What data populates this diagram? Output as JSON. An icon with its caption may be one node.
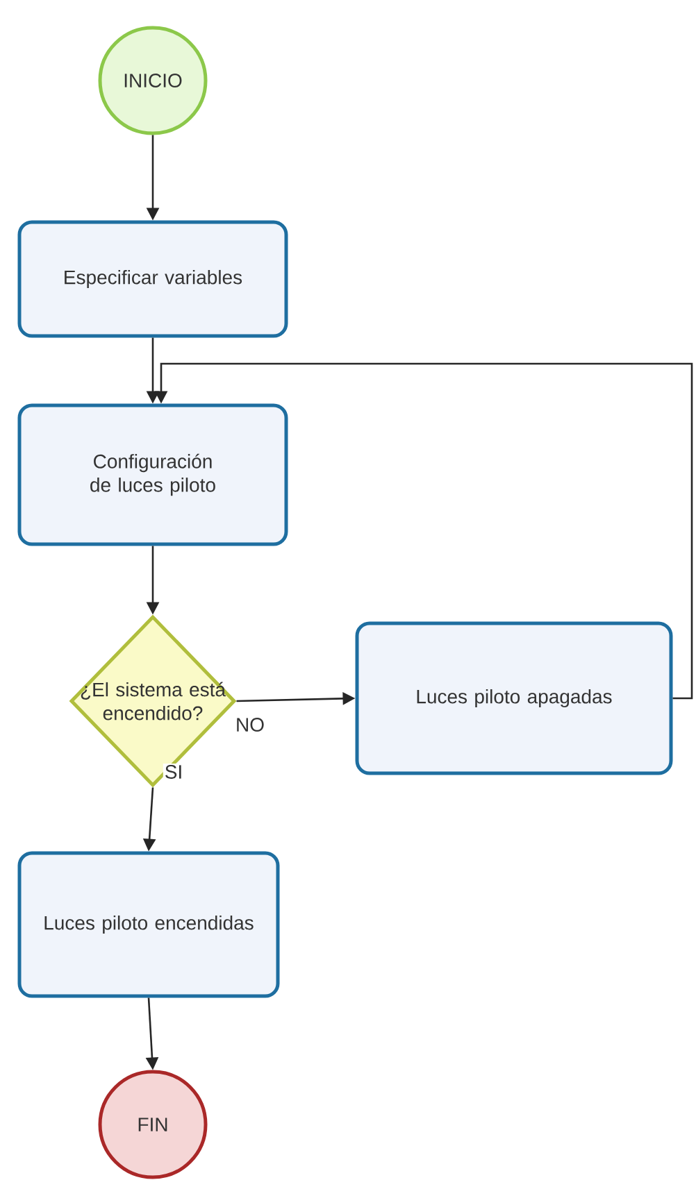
{
  "diagram": {
    "nodes": [
      {
        "text": [
          "INICIO"
        ]
      },
      {
        "text": [
          "Especificar variables"
        ]
      },
      {
        "text": [
          "Configuración de luces piloto"
        ]
      },
      {
        "text": [
          "¿El sistema está encendido?"
        ]
      },
      {
        "text": [
          "Luces piloto apagadas"
        ]
      },
      {
        "text": [
          "Luces piloto encendidas"
        ]
      },
      {
        "text": [
          "FIN"
        ]
      }
    ],
    "edges": [
      {
        "from": 0,
        "to": 1,
        "arrow": "to"
      },
      {
        "from": 1,
        "to": 2,
        "arrow": "to"
      },
      {
        "from": 2,
        "to": 3,
        "arrow": "to"
      },
      {
        "from": 3,
        "to": 4,
        "arrow": "to",
        "label": "NO"
      },
      {
        "from": 3,
        "to": 5,
        "arrow": "to",
        "label": "SI"
      },
      {
        "from": 4,
        "to": 2,
        "arrow": "to"
      },
      {
        "from": 5,
        "to": 6,
        "arrow": "to"
      }
    ]
  }
}
